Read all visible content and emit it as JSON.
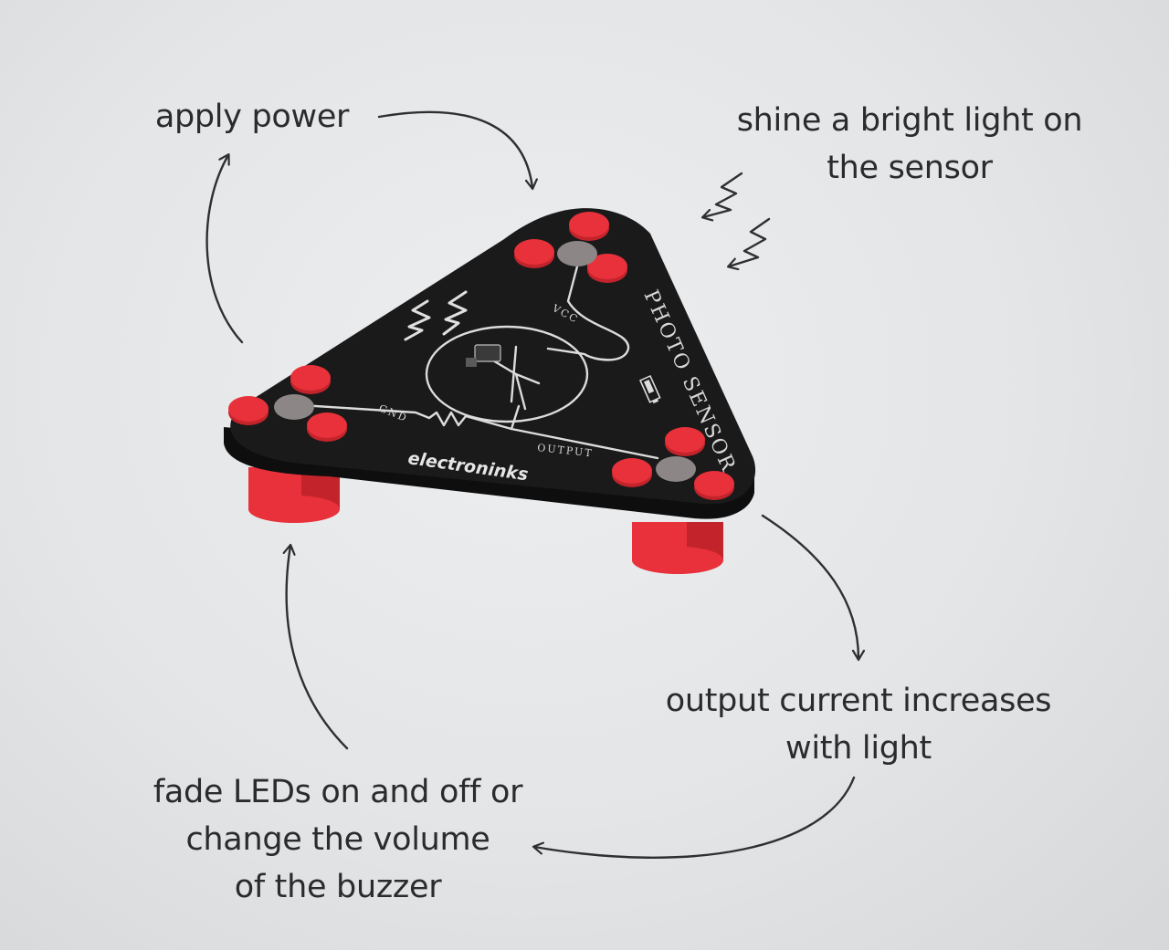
{
  "labels": {
    "apply_power": "apply power",
    "shine_light": [
      "shine a bright light on",
      "the sensor"
    ],
    "output_current": [
      "output current increases",
      "with light"
    ],
    "fade_leds": [
      "fade LEDs on and off or",
      "change the volume",
      "of the buzzer"
    ]
  },
  "board": {
    "title": "PHOTO SENSOR",
    "brand": "electroninks",
    "pin_vcc": "VCC",
    "pin_gnd": "GND",
    "pin_output": "OUTPUT"
  },
  "colors": {
    "board": "#1b1a1a",
    "pad": "#e8313a",
    "pad_dark": "#c3242b",
    "contact": "#8c8686",
    "arrow": "#2f2f2f"
  }
}
